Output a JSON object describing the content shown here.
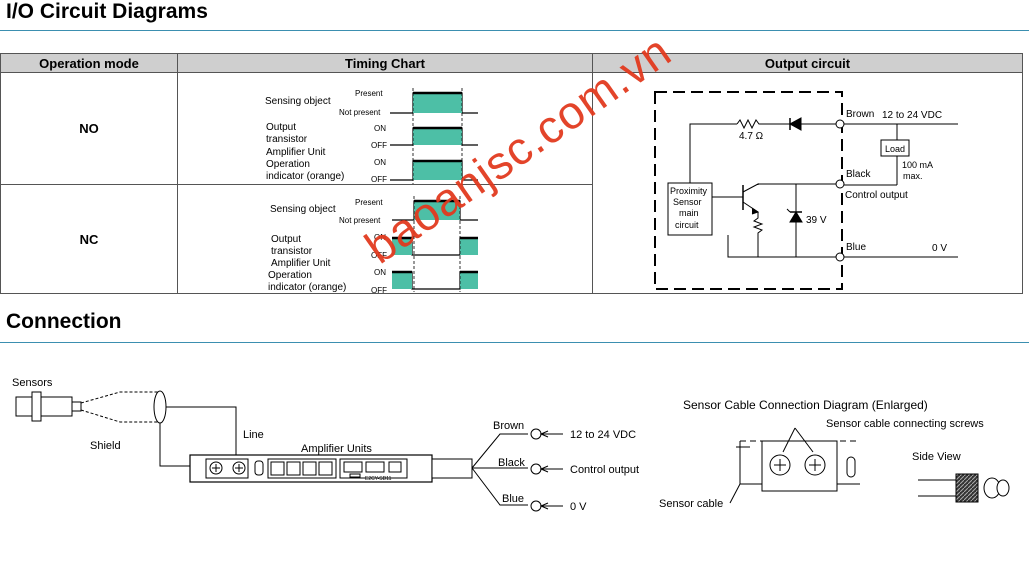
{
  "title": "I/O Circuit Diagrams",
  "table": {
    "headers": [
      "Operation mode",
      "Timing Chart",
      "Output circuit"
    ],
    "rows": [
      {
        "mode": "NO"
      },
      {
        "mode": "NC"
      }
    ]
  },
  "timing": {
    "sensing_object": "Sensing object",
    "present": "Present",
    "not_present": "Not present",
    "output_transistor_1": "Output",
    "output_transistor_2": "transistor",
    "on": "ON",
    "off": "OFF",
    "amp_1": "Amplifier Unit",
    "amp_2": "Operation",
    "amp_3": "indicator (orange)"
  },
  "output_circuit": {
    "brown": "Brown",
    "supply": "12 to 24 VDC",
    "resistor": "4.7 Ω",
    "load": "Load",
    "load_current_1": "100 mA",
    "load_current_2": "max.",
    "black": "Black",
    "control_output": "Control output",
    "sensor_1": "Proximity",
    "sensor_2": "Sensor",
    "sensor_3": "main",
    "sensor_4": "circuit",
    "zener": "39 V",
    "blue": "Blue",
    "zero_v": "0 V"
  },
  "connection": {
    "title": "Connection",
    "sensors": "Sensors",
    "shield": "Shield",
    "line": "Line",
    "amplifier_units": "Amplifier Units",
    "brown": "Brown",
    "supply": "12 to 24 VDC",
    "black": "Black",
    "control_output": "Control output",
    "blue": "Blue",
    "zero_v": "0 V",
    "enlarged_title": "Sensor Cable Connection Diagram (Enlarged)",
    "screws": "Sensor cable connecting screws",
    "side_view": "Side View",
    "sensor_cable": "Sensor cable",
    "model_label": "E2CY-SD11"
  },
  "watermark": "baoanjsc.com.vn",
  "colors": {
    "teal": "#4dbfa6",
    "rule": "#3b8fb0",
    "header_bg": "#cfcfcf",
    "watermark": "#e23a1f"
  }
}
